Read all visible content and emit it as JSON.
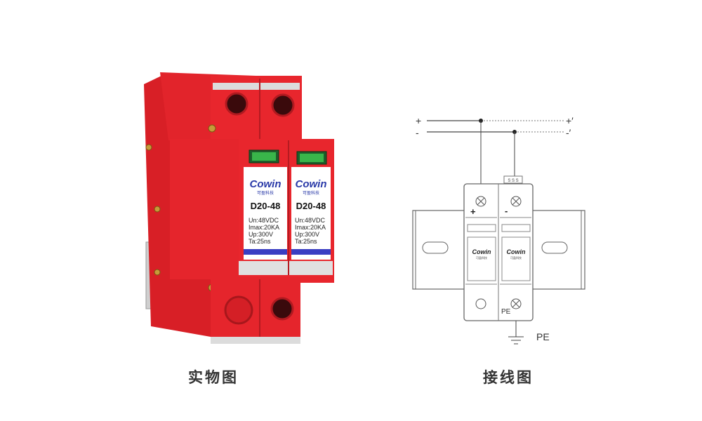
{
  "product": {
    "brand": "Cowin",
    "brand_cn": "可盈科技",
    "model": "D20-48",
    "specs": [
      "Un:48VDC",
      "Imax:20KA",
      "Up:300V",
      "Ta:25ns"
    ]
  },
  "diagram": {
    "plus": "+",
    "minus": "-",
    "plus_prime": "+′",
    "minus_prime": "-′",
    "terminal_plus": "+",
    "terminal_minus": "-",
    "top_terminals": "S S S",
    "brand": "Cowin",
    "brand_cn": "可盈科技",
    "pe_module": "PE",
    "pe_ground": "PE"
  },
  "captions": {
    "left": "实物图",
    "right": "接线图"
  },
  "colors": {
    "body_red": "#e8232a",
    "body_dark": "#c41a20",
    "label_blue": "#3a3ec2",
    "led_green": "#39b54a"
  }
}
